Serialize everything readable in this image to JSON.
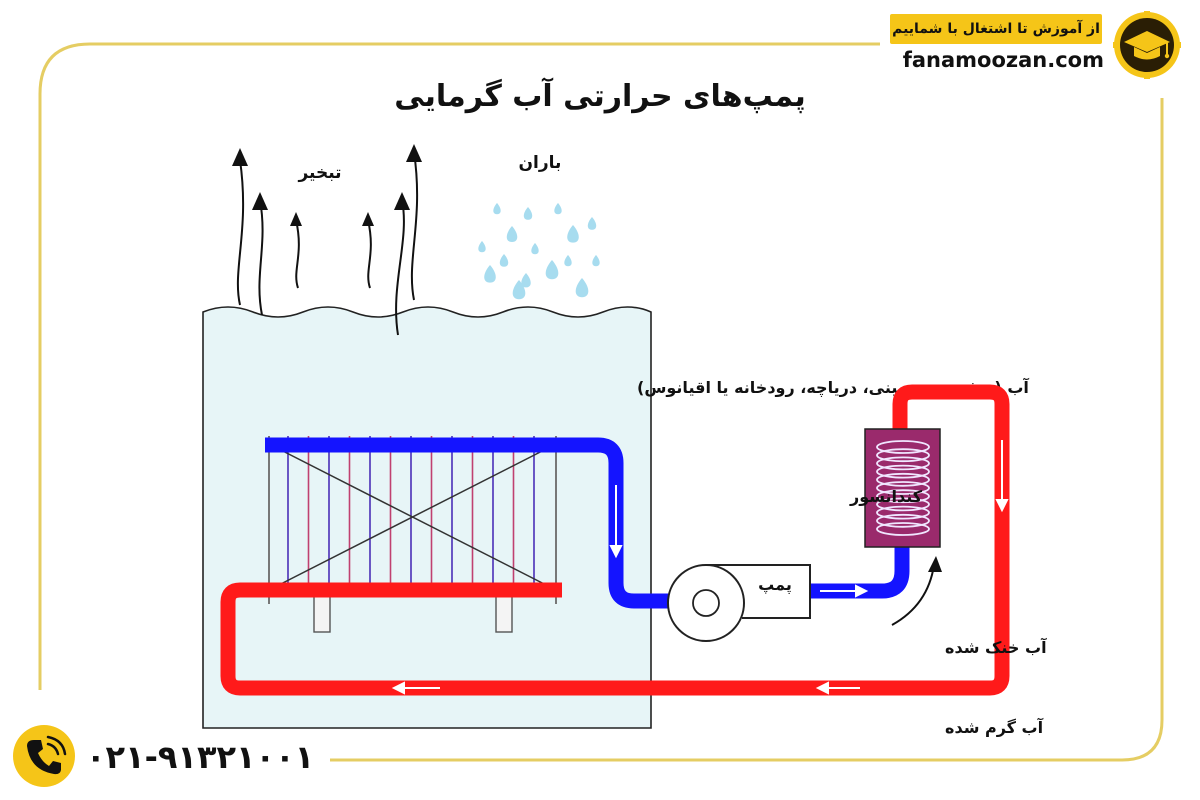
{
  "title": "پمپ‌های حرارتی آب گرمایی",
  "brand": {
    "slogan": "از آموزش تا اشتغال با شماییم",
    "website": "fanamoozan.com"
  },
  "contact": {
    "phone": "۰۲۱-۹۱۳۲۱۰۰۱",
    "icon": "phone-icon"
  },
  "labels": {
    "evaporation": "تبخیر",
    "rain": "باران",
    "water_source": "آب (سفره زیرزمینی، دریاچه، رودخانه یا اقیانوس)",
    "condenser": "کندانسور",
    "pump": "پمپ",
    "cooled_water": "آب خنک شده",
    "heated_water": "آب گرم شده"
  },
  "colors": {
    "cold_pipe": "#1414ff",
    "hot_pipe": "#ff1a1a",
    "water": "#e7f5f7",
    "frame_gold": "#e5cd63",
    "brand_yellow": "#f5c518",
    "rain_drop": "#a7dcef"
  }
}
